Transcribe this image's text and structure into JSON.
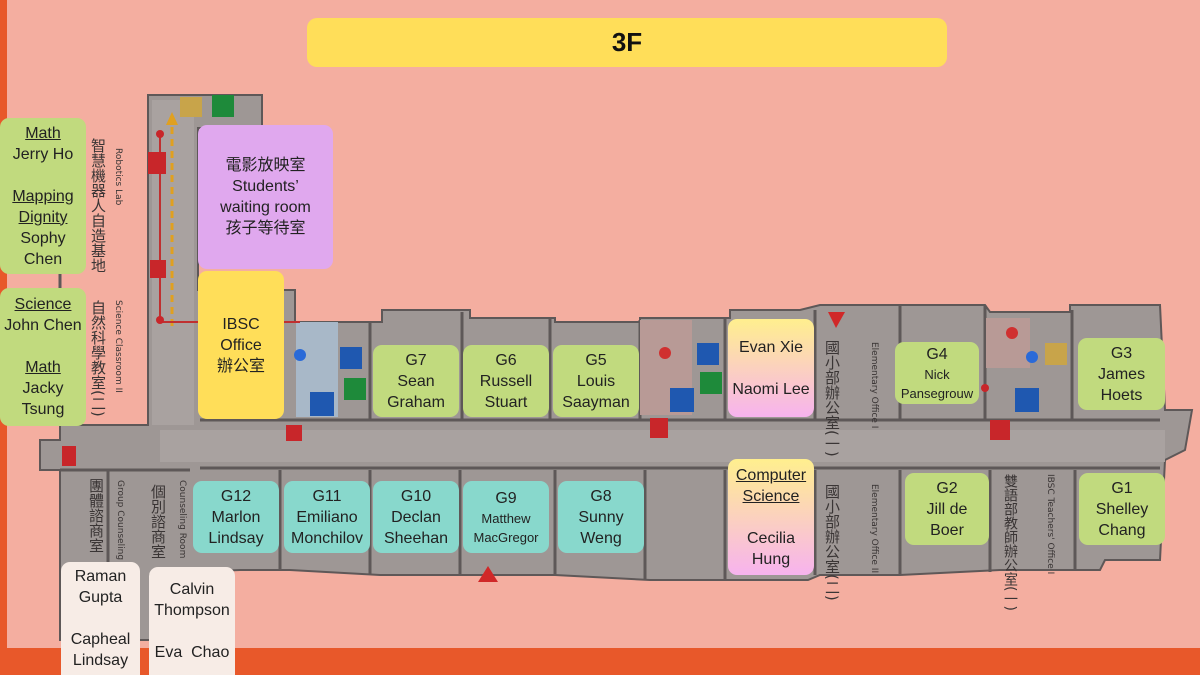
{
  "floor_title": "3F",
  "colors": {
    "frame": "#e8582a",
    "background": "#f4aea0",
    "title": "#ffde59",
    "green": "#c1da7e",
    "teal": "#88d8cc",
    "purple": "#e0a8ee",
    "cream": "#f7ece6"
  },
  "map_labels": {
    "robotics_lab_zh": "智慧機器人自造基地",
    "robotics_lab_en": "Robotics Lab",
    "science_classroom_zh": "自然科學教室(二)",
    "science_classroom_en": "Science Classroom II",
    "group_counseling_zh": "團體諮商室",
    "group_counseling_en": "Group Counseling Room",
    "counseling_zh": "個別諮商室",
    "counseling_en": "Counseling Room",
    "elementary_office_1_zh": "國小部辦公室(一)",
    "elementary_office_1_en": "Elementary Office I",
    "elementary_office_2_zh": "國小部辦公室(二)",
    "elementary_office_2_en": "Elementary Office II",
    "ibsc_teachers_zh": "雙語部教師辦公室(一)",
    "ibsc_teachers_en": "IBSC Teachers' Office I"
  },
  "labels": {
    "left_top": {
      "subject1": "Math",
      "name1": "Jerry Ho",
      "subject2a": "Mapping",
      "subject2b": "Dignity",
      "name2a": "Sophy",
      "name2b": "Chen"
    },
    "left_bottom": {
      "subject1": "Science",
      "name1": "John Chen",
      "subject2": "Math",
      "name2a": "Jacky",
      "name2b": "Tsung"
    },
    "waiting_room": {
      "line1": "電影放映室",
      "line2": "Students’",
      "line3": "waiting room",
      "line4": "孩子等待室"
    },
    "ibsc_office": {
      "line1": "IBSC",
      "line2": "Office",
      "line3": "辦公室"
    },
    "g7": {
      "grade": "G7",
      "name1": "Sean",
      "name2": "Graham"
    },
    "g6": {
      "grade": "G6",
      "name1": "Russell",
      "name2": "Stuart"
    },
    "g5": {
      "grade": "G5",
      "name1": "Louis",
      "name2": "Saayman"
    },
    "evan": {
      "name1": "Evan Xie",
      "name2": "Naomi Lee"
    },
    "g4": {
      "grade": "G4",
      "name1": "Nick",
      "name2": "Pansegrouw"
    },
    "g3": {
      "grade": "G3",
      "name1": "James",
      "name2": "Hoets"
    },
    "g12": {
      "grade": "G12",
      "name1": "Marlon",
      "name2": "Lindsay"
    },
    "g11": {
      "grade": "G11",
      "name1": "Emiliano",
      "name2": "Monchilov"
    },
    "g10": {
      "grade": "G10",
      "name1": "Declan",
      "name2": "Sheehan"
    },
    "g9": {
      "grade": "G9",
      "name1": "Matthew",
      "name2": "MacGregor"
    },
    "g8": {
      "grade": "G8",
      "name1": "Sunny",
      "name2": "Weng"
    },
    "cs": {
      "subject1": "Computer",
      "subject2": "Science",
      "name1": "Cecilia",
      "name2": "Hung"
    },
    "g2": {
      "grade": "G2",
      "name1": "Jill de",
      "name2": "Boer"
    },
    "g1": {
      "grade": "G1",
      "name1": "Shelley",
      "name2": "Chang"
    },
    "counsel1": {
      "name1": "Raman",
      "name2": "Gupta",
      "name3": "Capheal",
      "name4": "Lindsay"
    },
    "counsel2": {
      "name1": "Calvin",
      "name2": "Thompson",
      "name3": "Eva  Chao"
    }
  }
}
